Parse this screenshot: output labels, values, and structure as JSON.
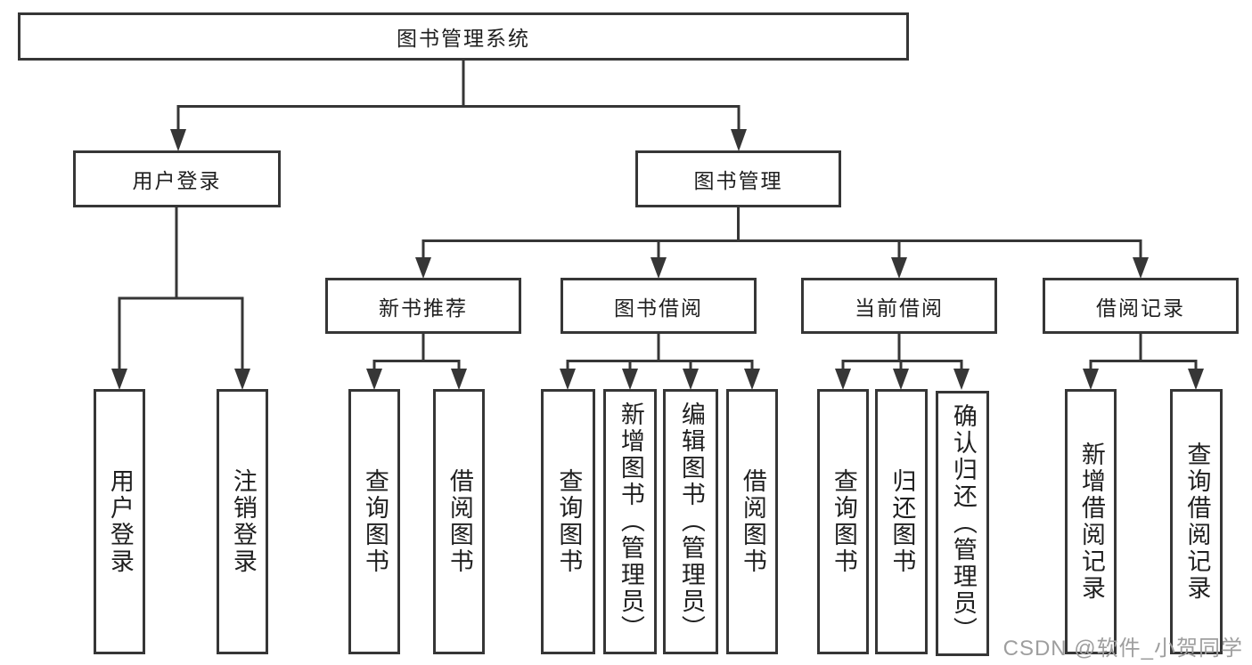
{
  "tree": {
    "label": "图书管理系统",
    "children": [
      {
        "label": "用户登录",
        "children": [
          {
            "label": "用户登录"
          },
          {
            "label": "注销登录"
          }
        ]
      },
      {
        "label": "图书管理",
        "children": [
          {
            "label": "新书推荐",
            "children": [
              {
                "label": "查询图书"
              },
              {
                "label": "借阅图书"
              }
            ]
          },
          {
            "label": "图书借阅",
            "children": [
              {
                "label": "查询图书"
              },
              {
                "label": "新增图书（管理员）"
              },
              {
                "label": "编辑图书（管理员）"
              },
              {
                "label": "借阅图书"
              }
            ]
          },
          {
            "label": "当前借阅",
            "children": [
              {
                "label": "查询图书"
              },
              {
                "label": "归还图书"
              },
              {
                "label": "确认归还（管理员）"
              }
            ]
          },
          {
            "label": "借阅记录",
            "children": [
              {
                "label": "新增借阅记录"
              },
              {
                "label": "查询借阅记录"
              }
            ]
          }
        ]
      }
    ]
  },
  "watermark": "CSDN @软件_小贺同学",
  "colors": {
    "line": "#363636",
    "text": "#1f1f1f",
    "watermark": "#9e9e9e",
    "background": "#ffffff"
  }
}
